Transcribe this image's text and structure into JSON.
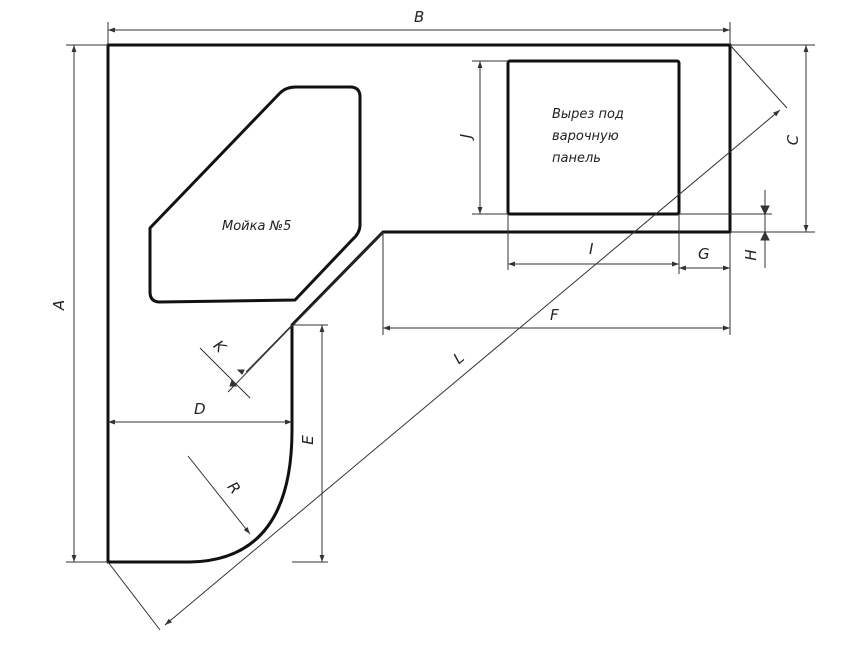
{
  "drawing": {
    "sink_label": "Мойка №5",
    "cutout_label": [
      "Вырез под",
      "варочную",
      "панель"
    ],
    "dimensions": {
      "A": "A",
      "B": "B",
      "C": "C",
      "D": "D",
      "E": "E",
      "F": "F",
      "G": "G",
      "H": "H",
      "I": "I",
      "J": "J",
      "K": "K",
      "L": "L",
      "R": "R"
    }
  }
}
